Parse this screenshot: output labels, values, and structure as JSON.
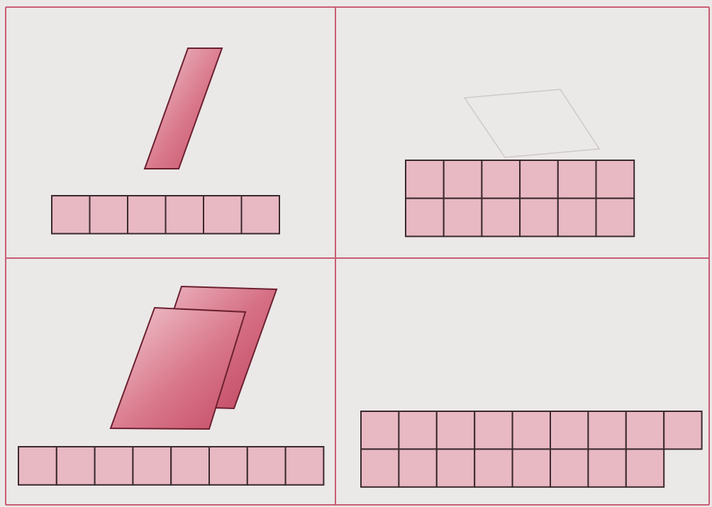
{
  "diagram": {
    "colors": {
      "page": "#eeeceb",
      "page_shade": "#e4e2e1",
      "grid_line": "#c85d73",
      "square_fill": "#e8b8c3",
      "square_stroke": "#3a2a2e",
      "shape_light": "#f0c6cf",
      "shape_dark": "#c8536b",
      "shape_stroke": "#6b2130"
    },
    "panels": [
      {
        "id": "top-left",
        "shape": "thin parallelogram strip",
        "unit_square_rows": [
          6
        ]
      },
      {
        "id": "top-right",
        "shape": "faint outline parallelogram",
        "unit_square_rows": [
          6,
          6
        ]
      },
      {
        "id": "bottom-left",
        "shape": "two overlapping parallelograms",
        "unit_square_rows": [
          8
        ]
      },
      {
        "id": "bottom-right",
        "shape": "none",
        "unit_square_rows": [
          9,
          8
        ]
      }
    ]
  }
}
